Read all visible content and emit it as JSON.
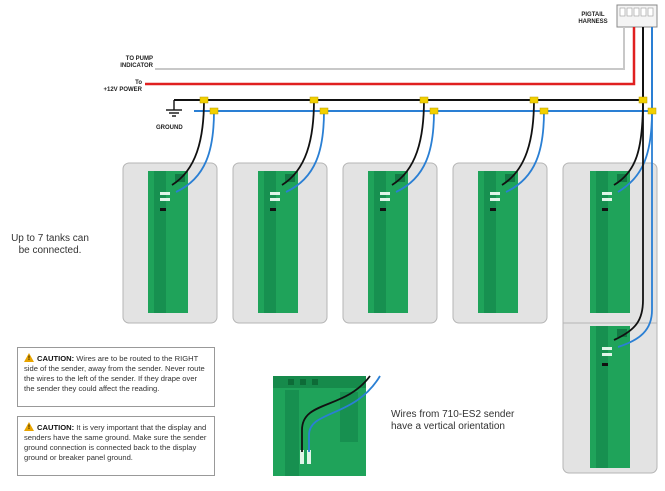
{
  "labels": {
    "pigtail_line1": "PIGTAIL",
    "pigtail_line2": "HARNESS",
    "pump_line1": "TO PUMP",
    "pump_line2": "INDICATOR",
    "power_line1": "To",
    "power_line2": "+12V POWER",
    "ground": "GROUND"
  },
  "notes": {
    "tanks_line1": "Up to 7 tanks can",
    "tanks_line2": "be connected.",
    "vertical_line1": "Wires from 710-ES2 sender",
    "vertical_line2": "have a vertical orientation"
  },
  "cautions": [
    {
      "title": "CAUTION:",
      "text": "Wires are to be routed to the RIGHT side of the sender, away from the sender. Never route the wires to the left of the sender. If they drape over the sender they could affect the reading."
    },
    {
      "title": "CAUTION:",
      "text": "It is very important that the display and senders have the same ground. Make sure the sender ground connection is connected back to the display ground or breaker panel ground."
    }
  ],
  "colors": {
    "power_wire": "#e02020",
    "ground_wire": "#111111",
    "signal_wire": "#2a7fd4",
    "pump_wire": "#c8c8c8",
    "splice": "#f2d000",
    "board": "#1fa35a",
    "tank": "#e3e3e3",
    "caution": "#e8a400"
  },
  "icons": [
    "caution-icon",
    "ground-symbol-icon"
  ]
}
